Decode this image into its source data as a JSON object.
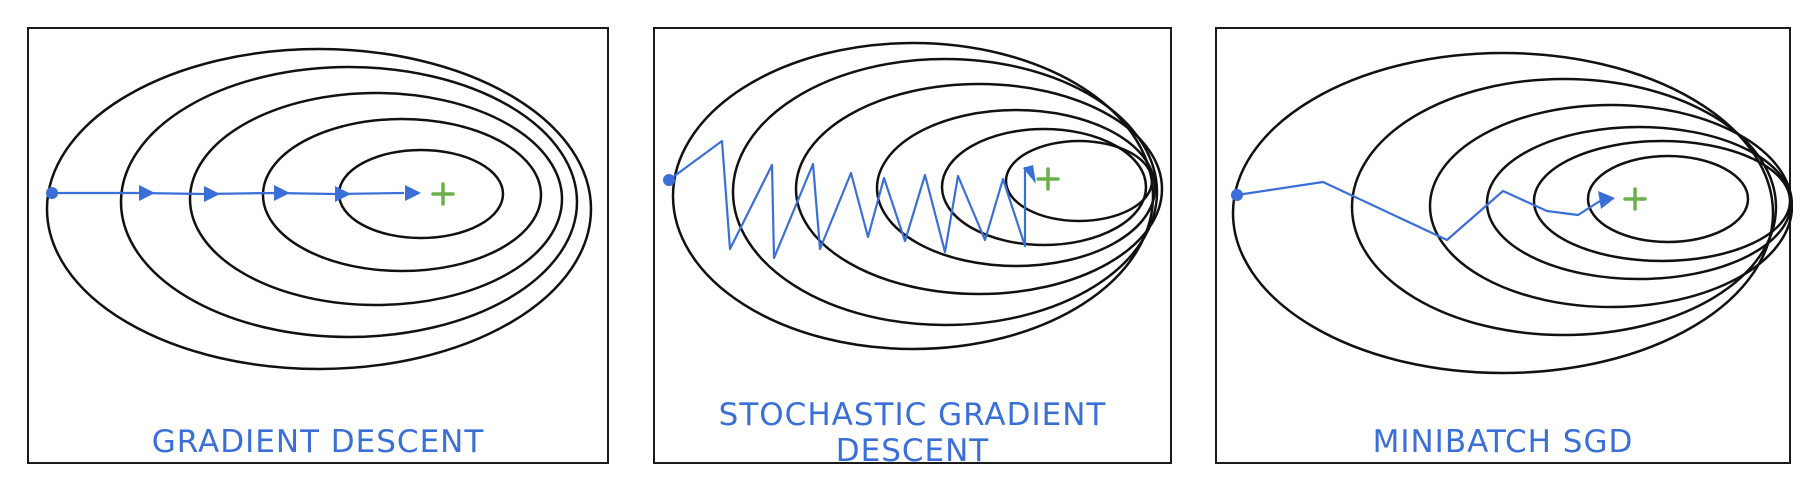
{
  "colors": {
    "path": "#3a6fd8",
    "optimum": "#6ab04c",
    "contour": "#111111"
  },
  "panels": [
    {
      "caption_lines": [
        "GRADIENT DESCENT"
      ]
    },
    {
      "caption_lines": [
        "STOCHASTIC GRADIENT",
        "DESCENT"
      ]
    },
    {
      "caption_lines": [
        "MINIBATCH SGD"
      ]
    }
  ]
}
